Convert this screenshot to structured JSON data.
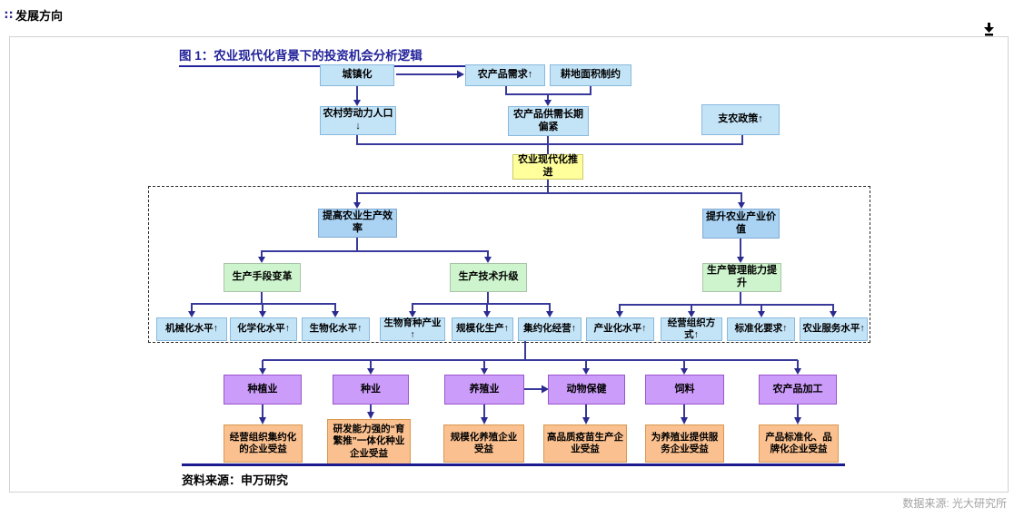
{
  "header": {
    "marker": "∷",
    "title": "发展方向"
  },
  "figure": {
    "title": "图 1：农业现代化背景下的投资机会分析逻辑",
    "source": "资料来源：申万研究",
    "footer_source": "数据来源: 光大研究所"
  },
  "flow": {
    "drivers": {
      "urbanization": "城镇化",
      "demand": "农产品需求↑",
      "land": "耕地面积制约",
      "labor": "农村劳动力人口↓",
      "supply": "农产品供需长期偏紧",
      "policy": "支农政策↑"
    },
    "core": "农业现代化推进",
    "goals": {
      "efficiency": "提高农业生产效率",
      "value": "提升农业产业价值"
    },
    "paths": {
      "means": "生产手段变革",
      "tech": "生产技术升级",
      "mgmt": "生产管理能力提升"
    },
    "levels": [
      "机械化水平↑",
      "化学化水平↑",
      "生物化水平↑",
      "生物育种产业↑",
      "规模化生产↑",
      "集约化经营↑",
      "产业化水平↑",
      "经营组织方式↑",
      "标准化要求↑",
      "农业服务水平↑"
    ],
    "industries": [
      "种植业",
      "种业",
      "养殖业",
      "动物保健",
      "饲料",
      "农产品加工"
    ],
    "beneficiaries": [
      "经营组织集约化的企业受益",
      "研发能力强的“育繁推”一体化种业企业受益",
      "规模化养殖企业受益",
      "高品质疫苗生产企业受益",
      "为养殖业提供服务企业受益",
      "产品标准化、品牌化企业受益"
    ]
  },
  "colors": {
    "light_blue": "#c3e3f7",
    "mid_blue": "#a9d2f3",
    "green": "#cdf4cc",
    "yellow": "#ffff9c",
    "purple": "#cc9cfa",
    "orange": "#fac090",
    "line": "#39399c",
    "title": "#23239b",
    "rule": "#1b1b8e"
  }
}
